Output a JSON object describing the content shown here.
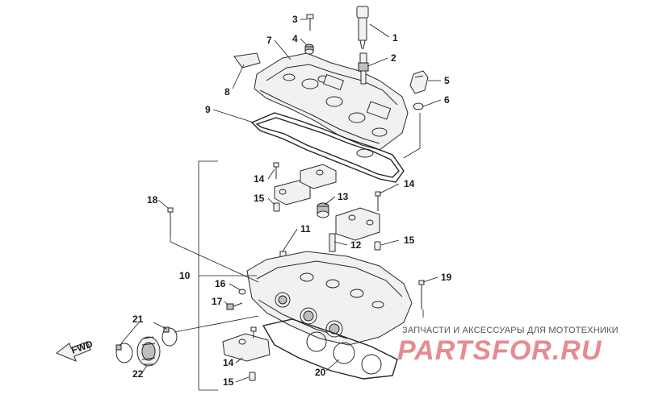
{
  "diagram": {
    "callouts": [
      "1",
      "2",
      "3",
      "4",
      "5",
      "6",
      "7",
      "8",
      "9",
      "10",
      "11",
      "12",
      "13",
      "14",
      "14",
      "14",
      "15",
      "15",
      "15",
      "16",
      "17",
      "18",
      "19",
      "20",
      "21",
      "22"
    ],
    "fwd_label": "FWD"
  },
  "watermark": {
    "tagline": "ЗАПЧАСТИ И АКСЕССУАРЫ ДЛЯ МОТОТЕХНИКИ",
    "logo": "PARTSFOR.RU",
    "color": "#e58b91"
  }
}
